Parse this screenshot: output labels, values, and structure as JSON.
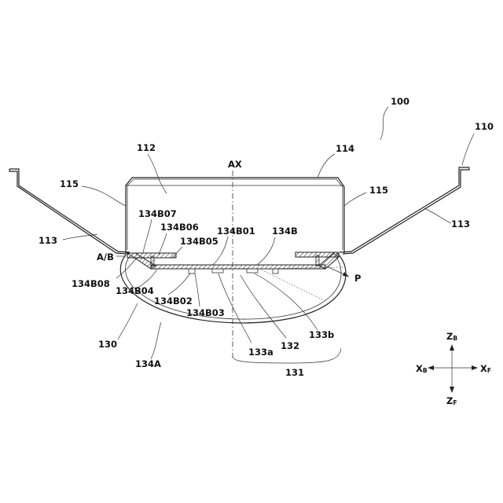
{
  "labels": {
    "l100": "100",
    "l110": "110",
    "l112": "112",
    "l114": "114",
    "lax": "AX",
    "l115a": "115",
    "l115b": "115",
    "l113a": "113",
    "l113b": "113",
    "l134b07": "134B07",
    "l134b06": "134B06",
    "l134b05": "134B05",
    "l134b01": "134B01",
    "l134b": "134B",
    "lab": "A/B",
    "lp": "P",
    "l134b08": "134B08",
    "l134b04": "134B04",
    "l134b02": "134B02",
    "l134b03": "134B03",
    "l130": "130",
    "l134a": "134A",
    "l133a": "133a",
    "l132": "132",
    "l133b": "133b",
    "l131": "131"
  },
  "axes": {
    "z_main": "Z",
    "z_main_sub": "B",
    "x_left": "X",
    "x_left_sub": "B",
    "x_right": "X",
    "x_right_sub": "F",
    "z_down": "Z",
    "z_down_sub": "F"
  }
}
